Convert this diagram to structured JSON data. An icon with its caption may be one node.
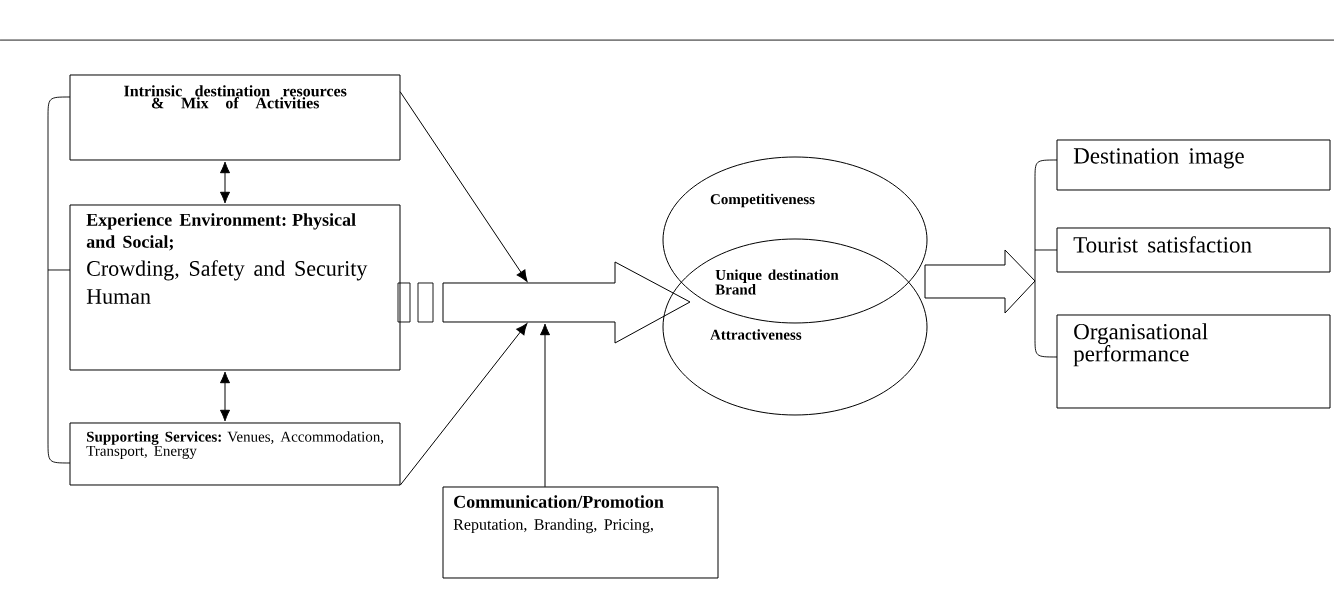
{
  "diagram": {
    "nodes": [
      {
        "text": [
          "Intrinsic destination resources & Mix of Activities"
        ]
      },
      {
        "text": [
          "Experience Environment: Physical and Social;",
          "Crowding, Safety and Security Human"
        ]
      },
      {
        "text": [
          "**Supporting Services:** Venues, Accommodation, Transport, Energy"
        ]
      },
      {
        "text": [
          "Communication/Promotion",
          "Reputation, Branding, Pricing,"
        ]
      },
      {
        "text": [],
        "shape": "arrow"
      },
      {
        "text": [
          "Competitiveness"
        ]
      },
      {
        "text": [
          "Attractiveness"
        ]
      },
      {
        "text": [],
        "shape": "arrow"
      },
      {
        "text": [
          "Destination image"
        ]
      },
      {
        "text": [
          "Tourist satisfaction"
        ]
      },
      {
        "text": [
          "Organisational performance"
        ]
      }
    ],
    "edges": [
      {
        "from": 0,
        "to": 1,
        "arrow": "both"
      },
      {
        "from": 1,
        "to": 2,
        "arrow": "both"
      },
      {
        "from": 0,
        "to": 4,
        "arrow": "to"
      },
      {
        "from": 2,
        "to": 4,
        "arrow": "to"
      },
      {
        "from": 3,
        "to": 4,
        "arrow": "to"
      }
    ],
    "labels": [
      "Unique destination Brand"
    ]
  }
}
